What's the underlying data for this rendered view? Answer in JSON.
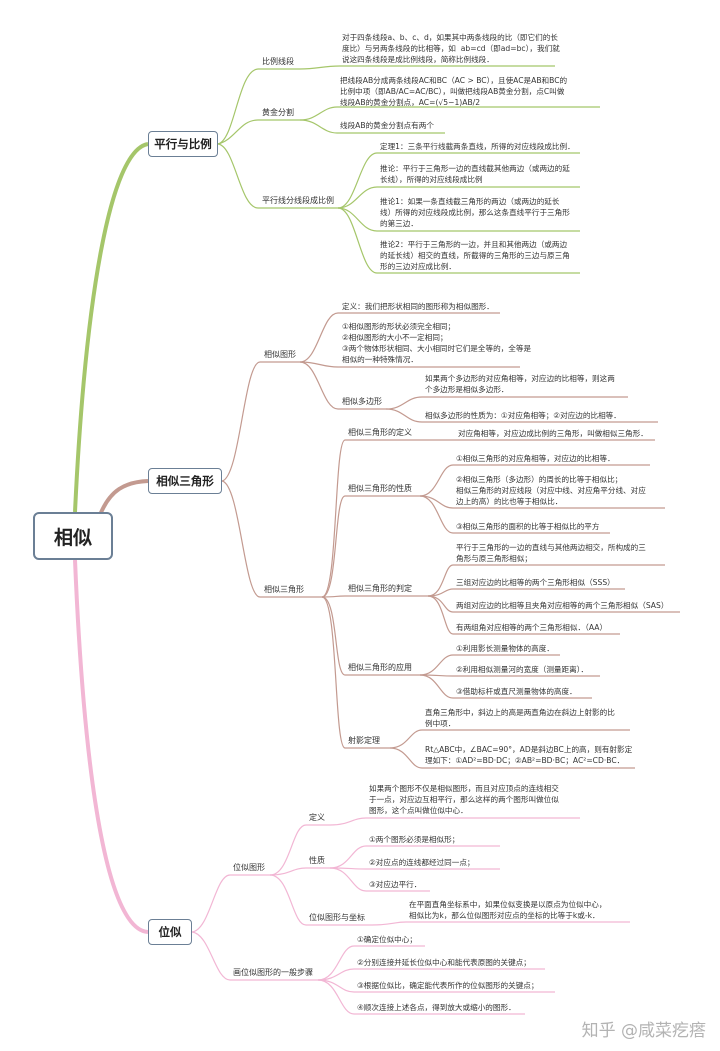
{
  "root": "相似",
  "branches": {
    "parallel": {
      "title": "平行与比例",
      "ratio_label": "比例线段",
      "ratio_def": "对于四条线段a、b、c、d，如果其中两条线段的比（即它们的长\n度比）与另两条线段的比相等，如  ab=cd（即ad=bc），我们就\n说这四条线段是成比例线段，简称比例线段．",
      "golden_label": "黄金分割",
      "golden_def": "把线段AB分成两条线段AC和BC（AC > BC），且使AC是AB和BC的\n比例中项（即AB/AC=AC/BC），叫做把线段AB黄金分割，点C叫做\n线段AB的黄金分割点，AC=(√5−1)AB/2",
      "golden_note": "线段AB的黄金分割点有两个",
      "proportional_label": "平行线分线段成比例",
      "proportional_items": [
        "定理1：三条平行线截两条直线，所得的对应线段成比例．",
        "推论：平行于三角形一边的直线截其他两边（或两边的延\n长线），所得的对应线段成比例",
        "推论1：如果一条直线截三角形的两边（或两边的延长\n线）所得的对应线段成比例，那么这条直线平行于三角形\n的第三边．",
        "推论2：平行于三角形的一边，并且和其他两边（或两边\n的延长线）相交的直线，所截得的三角形的三边与原三角\n形的三边对应成比例．"
      ]
    },
    "similar": {
      "title": "相似三角形",
      "figure_label": "相似图形",
      "figure_def": "定义：我们把形状相同的图形称为相似图形．",
      "figure_notes": "①相似图形的形状必须完全相同；\n②相似图形的大小不一定相同；\n③两个物体形状相同、大小相同时它们是全等的，全等是\n相似的一种特殊情况．",
      "polygon_label": "相似多边形",
      "polygon_items": [
        "如果两个多边形的对应角相等，对应边的比相等，则这两\n个多边形是相似多边形．",
        "相似多边形的性质为：①对应角相等；②对应边的比相等．"
      ],
      "triangle_label": "相似三角形",
      "definition_label": "相似三角形的定义",
      "definition_text": "对应角相等，对应边成比例的三角形，叫做相似三角形．",
      "property_label": "相似三角形的性质",
      "property_items": [
        "①相似三角形的对应角相等，对应边的比相等．",
        "②相似三角形（多边形）的周长的比等于相似比；\n相似三角形的对应线段（对应中线、对应角平分线、对应\n边上的高）的比也等于相似比．",
        "③相似三角形的面积的比等于相似比的平方"
      ],
      "judge_label": "相似三角形的判定",
      "judge_items": [
        "平行于三角形的一边的直线与其他两边相交，所构成的三\n角形与原三角形相似；",
        "三组对应边的比相等的两个三角形相似（SSS）",
        "两组对应边的比相等且夹角对应相等的两个三角形相似（SAS）",
        "有两组角对应相等的两个三角形相似．（AA）"
      ],
      "apply_label": "相似三角形的应用",
      "apply_items": [
        "①利用影长测量物体的高度．",
        "②利用相似测量河的宽度（测量距离）．",
        "③借助标杆或直尺测量物体的高度．"
      ],
      "projection_label": "射影定理",
      "projection_items": [
        "直角三角形中，斜边上的高是两直角边在斜边上射影的比\n例中项．",
        "Rt△ABC中，∠BAC=90°，AD是斜边BC上的高，则有射影定\n理如下：①AD²=BD·DC；②AB²=BD·BC；AC²=CD·BC．"
      ]
    },
    "homothety": {
      "title": "位似",
      "figure_label": "位似图形",
      "def_label": "定义",
      "def_text": "如果两个图形不仅是相似图形，而且对应顶点的连线相交\n于一点，对应边互相平行，那么这样的两个图形叫做位似\n图形，这个点叫做位似中心．",
      "nature_label": "性质",
      "nature_items": [
        "①两个图形必须是相似形；",
        "②对应点的连线都经过同一点；",
        "③对应边平行．"
      ],
      "coord_label": "位似图形与坐标",
      "coord_text": "在平面直角坐标系中，如果位似变换是以原点为位似中心，\n相似比为k，那么位似图形对应点的坐标的比等于k或-k．",
      "steps_label": "画位似图形的一般步骤",
      "steps": [
        "①确定位似中心；",
        "②分别连接并延长位似中心和能代表原图的关键点；",
        "③根据位似比，确定能代表所作的位似图形的关键点；",
        "④顺次连接上述各点，得到放大或缩小的图形．"
      ]
    }
  },
  "watermark": "知乎 @咸菜疙瘩",
  "colors": {
    "green": "#a5c66a",
    "brown": "#c39a90",
    "pink": "#f2b6d4",
    "root_border": "#6b7f95"
  }
}
